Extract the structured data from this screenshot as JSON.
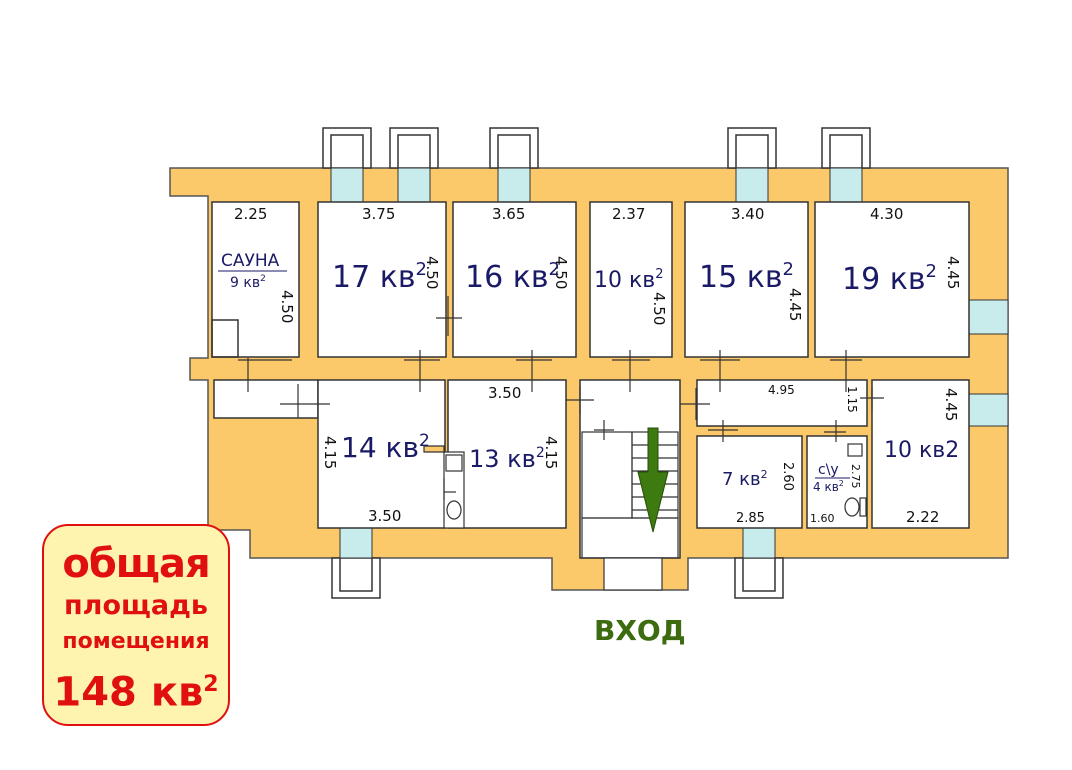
{
  "rooms": [
    {
      "id": "sauna",
      "name": "САУНА",
      "area": "9 кв",
      "top_dim": "2.25",
      "side_dim": "4.50"
    },
    {
      "id": "r17",
      "area": "17 кв",
      "top_dim": "3.75",
      "side_dim": "4.50"
    },
    {
      "id": "r16",
      "area": "16 кв",
      "top_dim": "3.65",
      "side_dim": "4.50"
    },
    {
      "id": "r10a",
      "area": "10 кв",
      "top_dim": "2.37",
      "side_dim": "4.50"
    },
    {
      "id": "r15",
      "area": "15 кв",
      "top_dim": "3.40",
      "side_dim": "4.45"
    },
    {
      "id": "r19",
      "area": "19 кв",
      "top_dim": "4.30",
      "side_dim": "4.45"
    },
    {
      "id": "r14",
      "area": "14 кв",
      "side_dim": "4.15",
      "bottom_dim": "3.50"
    },
    {
      "id": "r13",
      "area": "13 кв",
      "top_dim": "3.50",
      "side_dim": "4.15"
    },
    {
      "id": "r7",
      "area": "7 кв",
      "side_dim": "2.60",
      "bottom_dim": "2.85"
    },
    {
      "id": "wc",
      "name": "с\\у",
      "area": "4 кв",
      "side_dim": "2.75",
      "bottom_dim": "1.60"
    },
    {
      "id": "r10b",
      "area": "10 кв2",
      "side_dim": "4.45",
      "bottom_dim": "2.22"
    }
  ],
  "corridor": {
    "length_dim": "4.95",
    "width_dim": "1.15"
  },
  "superscript": "2",
  "entry_label": "ВХОД",
  "summary": {
    "line1": "общая",
    "line2": "площадь",
    "line3": "помещения",
    "line4": "148 кв",
    "sup": "2"
  },
  "colors": {
    "wall": "#fcc96a",
    "wall_edge": "#555555",
    "window": "#c8ecec",
    "room": "#ffffff",
    "arrow": "#3d7a10",
    "summary_text": "#e01010",
    "summary_bg": "#fff3b0",
    "room_text": "#1a1a66"
  }
}
